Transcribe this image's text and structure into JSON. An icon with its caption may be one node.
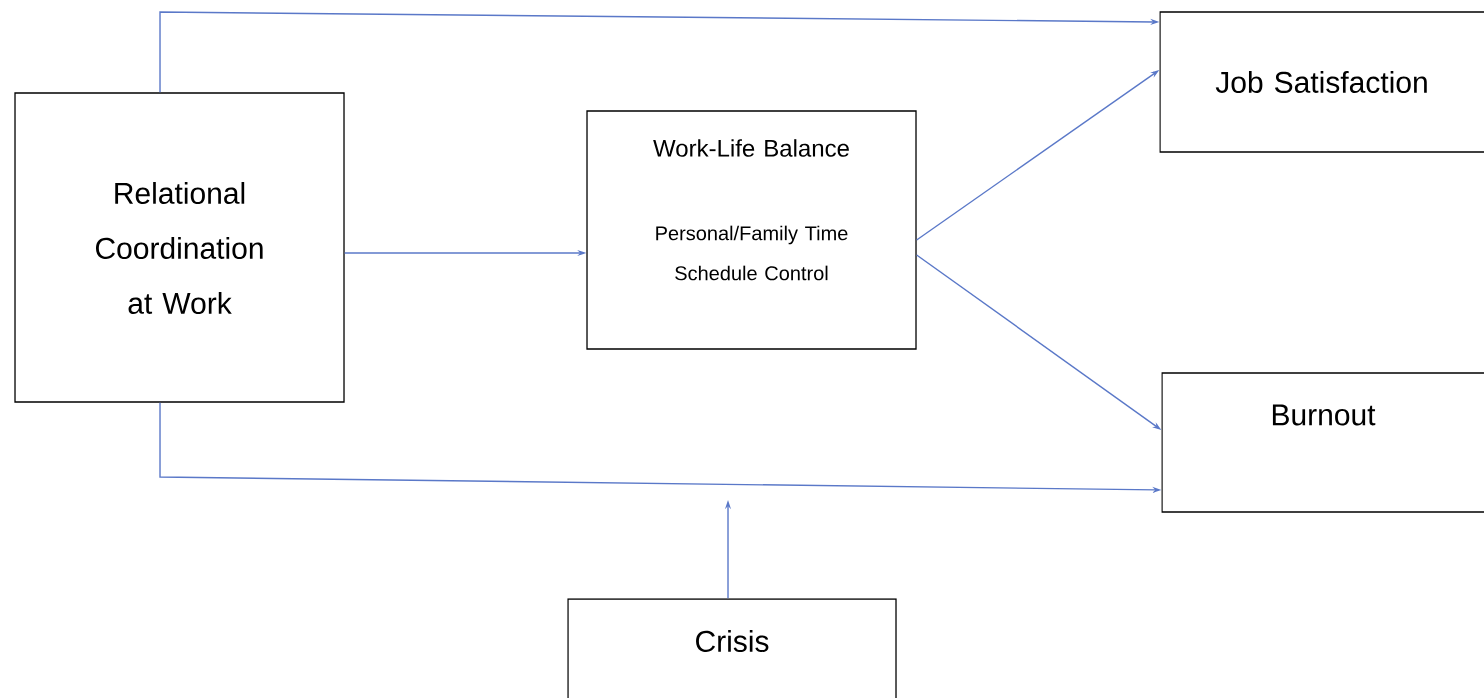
{
  "diagram": {
    "nodes": [
      {
        "text": [
          "Relational Coordination at Work"
        ]
      },
      {
        "text": [
          "Work-Life Balance",
          "Personal/Family Time Schedule Control"
        ]
      },
      {
        "text": [
          "Job Satisfaction"
        ]
      },
      {
        "text": [
          "Burnout"
        ]
      },
      {
        "text": [
          "Crisis"
        ]
      }
    ],
    "edges": [
      {
        "from": 0,
        "to": 2,
        "arrow": "to"
      },
      {
        "from": 0,
        "to": 1,
        "arrow": "to"
      },
      {
        "from": 1,
        "to": 2,
        "arrow": "to"
      },
      {
        "from": 1,
        "to": 3,
        "arrow": "to"
      },
      {
        "from": 0,
        "to": 3,
        "arrow": "to"
      },
      {
        "from": 4,
        "to": null,
        "arrow": "to"
      }
    ]
  }
}
